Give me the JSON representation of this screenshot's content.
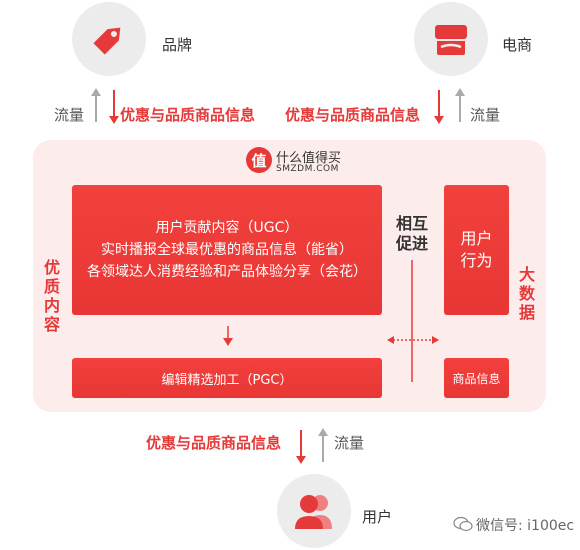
{
  "nodes": {
    "brand": "品牌",
    "ecommerce": "电商",
    "user": "用户"
  },
  "top_left": {
    "traffic": "流量",
    "info": "优惠与品质商品信息"
  },
  "top_right": {
    "info": "优惠与品质商品信息",
    "traffic": "流量"
  },
  "logo": {
    "name": "什么值得买",
    "domain": "SMZDM.COM",
    "glyph": "值"
  },
  "main_box": {
    "line1": "用户贡献内容（UGC）",
    "line2": "实时播报全球最优惠的商品信息（能省）",
    "line3": "各领域达人消费经验和产品体验分享（会花）"
  },
  "pgc_box": "编辑精选加工（PGC）",
  "user_behavior": {
    "line1": "用户",
    "line2": "行为"
  },
  "product_info": "商品信息",
  "mutual": {
    "line1": "相互",
    "line2": "促进"
  },
  "quality_content": [
    "优",
    "质",
    "内",
    "容"
  ],
  "big_data": [
    "大",
    "数",
    "据"
  ],
  "bottom": {
    "info": "优惠与品质商品信息",
    "traffic": "流量"
  },
  "watermark": "微信号: i100ec",
  "colors": {
    "accent": "#e63a3a",
    "panel": "#fdecec",
    "node_bg": "#ececec",
    "arrow_gray": "#aaaaaa"
  }
}
